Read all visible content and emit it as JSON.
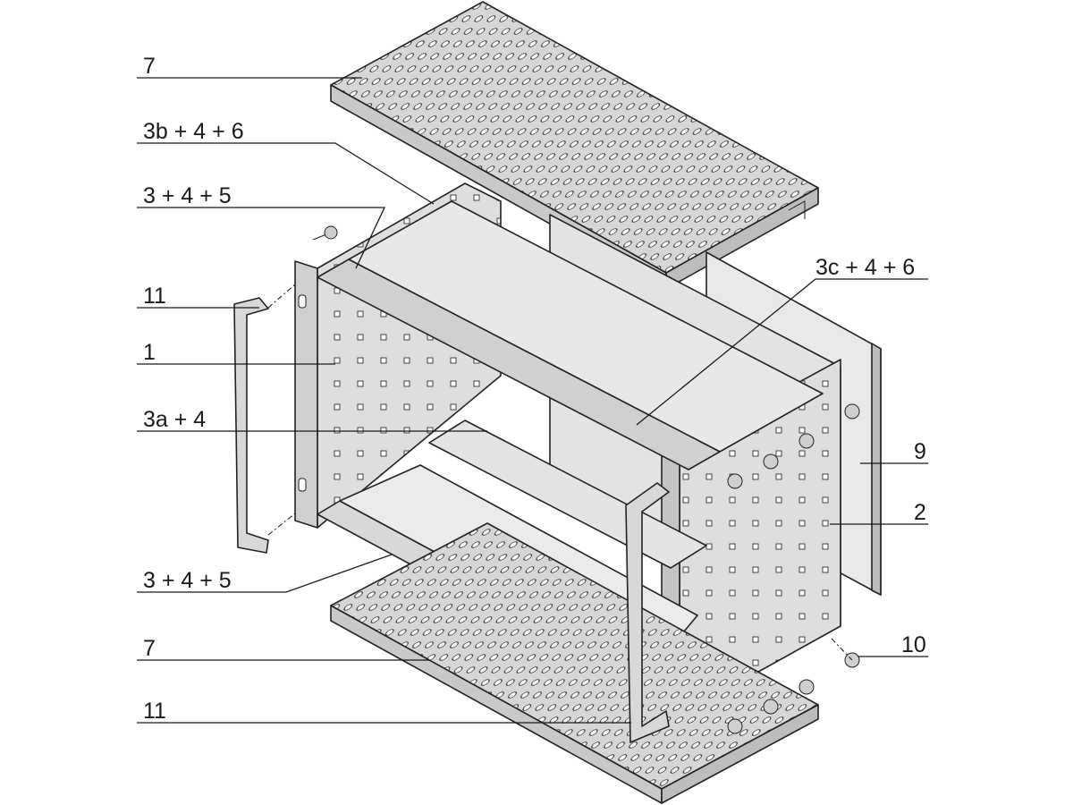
{
  "figure": {
    "callouts": [
      {
        "id": "callout-top-cover",
        "text": "7"
      },
      {
        "id": "callout-top-rail-rear",
        "text": "3b + 4 + 6"
      },
      {
        "id": "callout-top-rail-front",
        "text": "3 + 4 + 5"
      },
      {
        "id": "callout-handle-left",
        "text": "11"
      },
      {
        "id": "callout-side-panel-left",
        "text": "1"
      },
      {
        "id": "callout-middle-rail",
        "text": "3a + 4"
      },
      {
        "id": "callout-bottom-rail-front",
        "text": "3 + 4 + 5"
      },
      {
        "id": "callout-bottom-cover",
        "text": "7"
      },
      {
        "id": "callout-handle-right",
        "text": "11"
      },
      {
        "id": "callout-rear-rail",
        "text": "3c + 4 + 6"
      },
      {
        "id": "callout-rear-panel",
        "text": "9"
      },
      {
        "id": "callout-side-panel-right",
        "text": "2"
      },
      {
        "id": "callout-screw",
        "text": "10"
      }
    ],
    "colors": {
      "background": "#ffffff",
      "line": "#222222",
      "sheet_metal": "#dcdcdc",
      "sheet_metal_dark": "#c4c4c4",
      "perforation": "#3a3a3a",
      "rail": "#e6e6e6"
    }
  }
}
